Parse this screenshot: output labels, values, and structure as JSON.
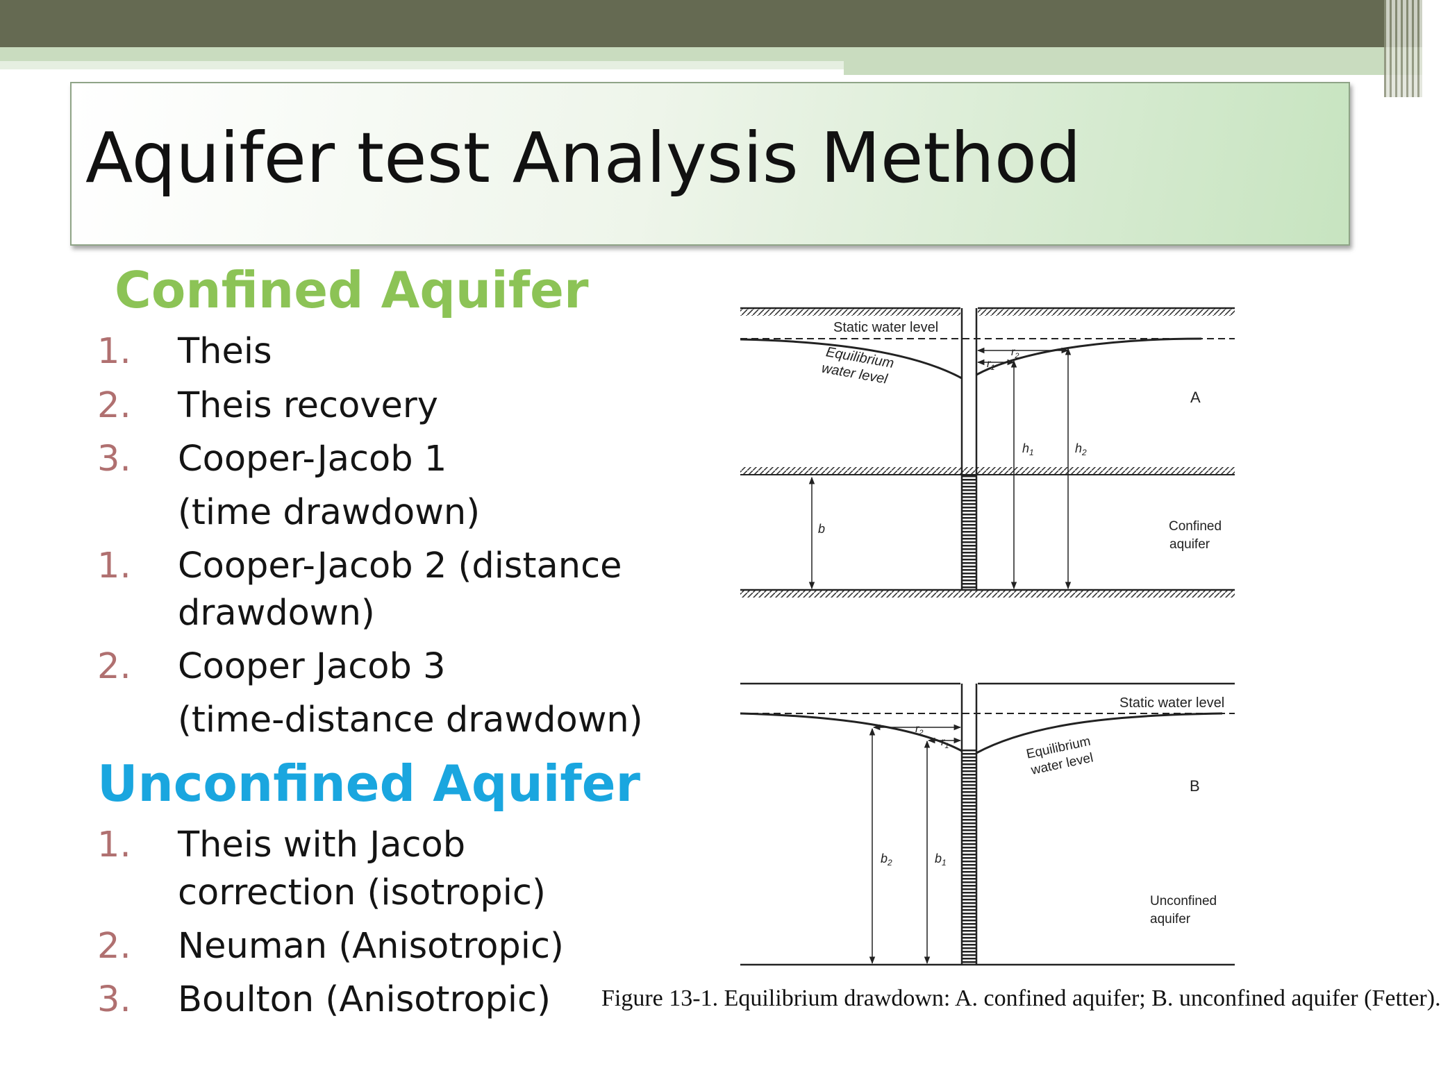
{
  "slide": {
    "title": "Aquifer test Analysis Method"
  },
  "confined": {
    "heading": "Confined Aquifer",
    "items": [
      {
        "num": "1.",
        "lines": [
          "Theis"
        ]
      },
      {
        "num": "2.",
        "lines": [
          "Theis recovery"
        ]
      },
      {
        "num": "3.",
        "lines": [
          "Cooper-Jacob 1",
          "(time drawdown)"
        ]
      },
      {
        "num": "1.",
        "lines": [
          "Cooper-Jacob 2 (distance",
          "drawdown)"
        ]
      },
      {
        "num": "2.",
        "lines": [
          "Cooper Jacob 3",
          "(time-distance drawdown)"
        ]
      }
    ]
  },
  "unconfined": {
    "heading": "Unconfined Aquifer",
    "items": [
      {
        "num": "1.",
        "lines": [
          "Theis with Jacob",
          "correction (isotropic)"
        ]
      },
      {
        "num": "2.",
        "lines": [
          "Neuman (Anisotropic)"
        ]
      },
      {
        "num": "3.",
        "lines": [
          "Boulton (Anisotropic)"
        ]
      }
    ]
  },
  "figure": {
    "caption": "Figure 13-1.  Equilibrium drawdown: A. confined aquifer; B. unconfined aquifer (Fetter).",
    "panelA": {
      "letter": "A",
      "static_label": "Static water level",
      "equilibrium_label": [
        "Equilibrium",
        "water level"
      ],
      "r1": "r",
      "r1_sub": "1",
      "r2": "r",
      "r2_sub": "2",
      "h1": "h",
      "h1_sub": "1",
      "h2": "h",
      "h2_sub": "2",
      "b": "b",
      "aquifer_label": [
        "Confined",
        "aquifer"
      ]
    },
    "panelB": {
      "letter": "B",
      "static_label": "Static water level",
      "equilibrium_label": [
        "Equilibrium",
        "water level"
      ],
      "r1": "r",
      "r1_sub": "1",
      "r2": "r",
      "r2_sub": "2",
      "b1": "b",
      "b1_sub": "1",
      "b2": "b",
      "b2_sub": "2",
      "aquifer_label": [
        "Unconfined",
        "aquifer"
      ]
    }
  }
}
